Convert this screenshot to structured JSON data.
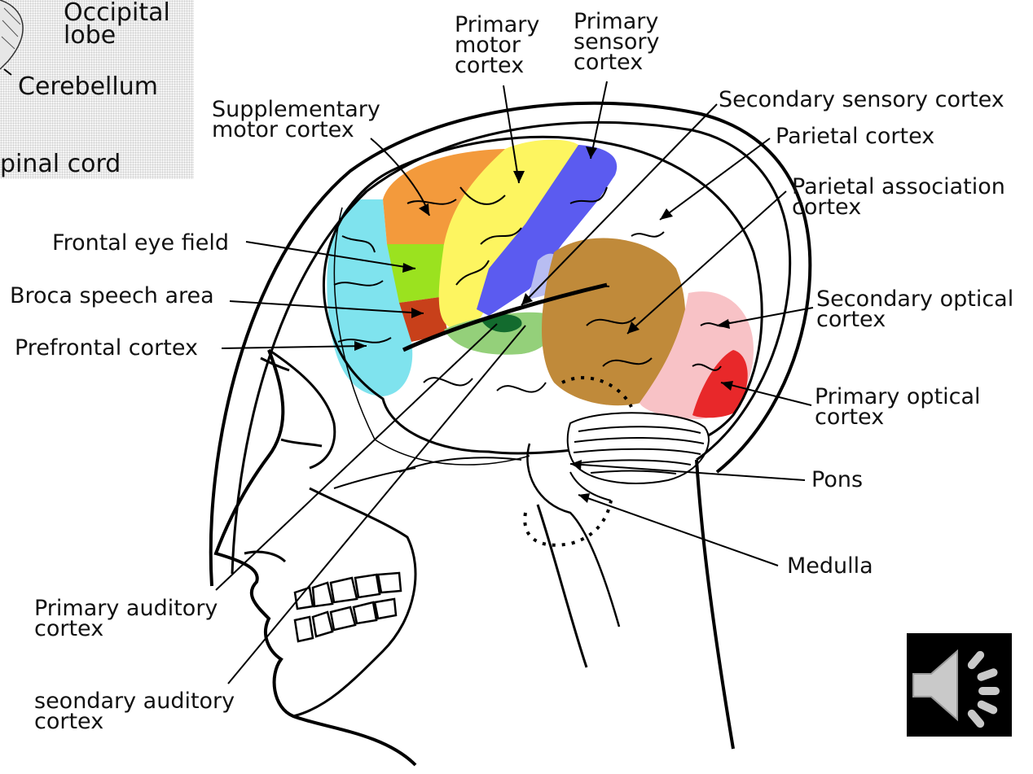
{
  "inset": {
    "occipital_line1": "Occipital",
    "occipital_line2": "lobe",
    "cerebellum": "Cerebellum",
    "spinal_cord": "pinal cord"
  },
  "labels": {
    "primary_motor": [
      "Primary",
      "motor",
      "cortex"
    ],
    "primary_sensory": [
      "Primary",
      "sensory",
      "cortex"
    ],
    "supplementary_motor": [
      "Supplementary",
      "motor cortex"
    ],
    "secondary_sensory": "Secondary sensory cortex",
    "parietal_cortex": "Parietal cortex",
    "parietal_association": [
      "Parietal association",
      "cortex"
    ],
    "frontal_eye_field": "Frontal eye field",
    "broca": "Broca speech area",
    "prefrontal": "Prefrontal cortex",
    "secondary_optical": [
      "Secondary optical",
      "cortex"
    ],
    "primary_optical": [
      "Primary optical",
      "cortex"
    ],
    "pons": "Pons",
    "medulla": "Medulla",
    "primary_auditory": [
      "Primary auditory",
      "cortex"
    ],
    "secondary_auditory": [
      "seondary auditory",
      "cortex"
    ]
  },
  "colors": {
    "prefrontal": "#7fe3ee",
    "supplementary_motor": "#f39a3c",
    "frontal_eye_field": "#9be21f",
    "broca": "#c8401a",
    "primary_motor": "#fdf560",
    "primary_sensory": "#5b5bf0",
    "sensory_small": "#b8bdf2",
    "parietal_association": "#c08a3a",
    "secondary_optical": "#f8c2c6",
    "primary_optical": "#e8282a",
    "auditory_light": "#94d07a",
    "auditory_dark": "#136b2e",
    "speaker_bg": "#000000",
    "speaker_icon": "#c9c9c9"
  },
  "icons": {
    "speaker": "speaker-volume-icon"
  }
}
